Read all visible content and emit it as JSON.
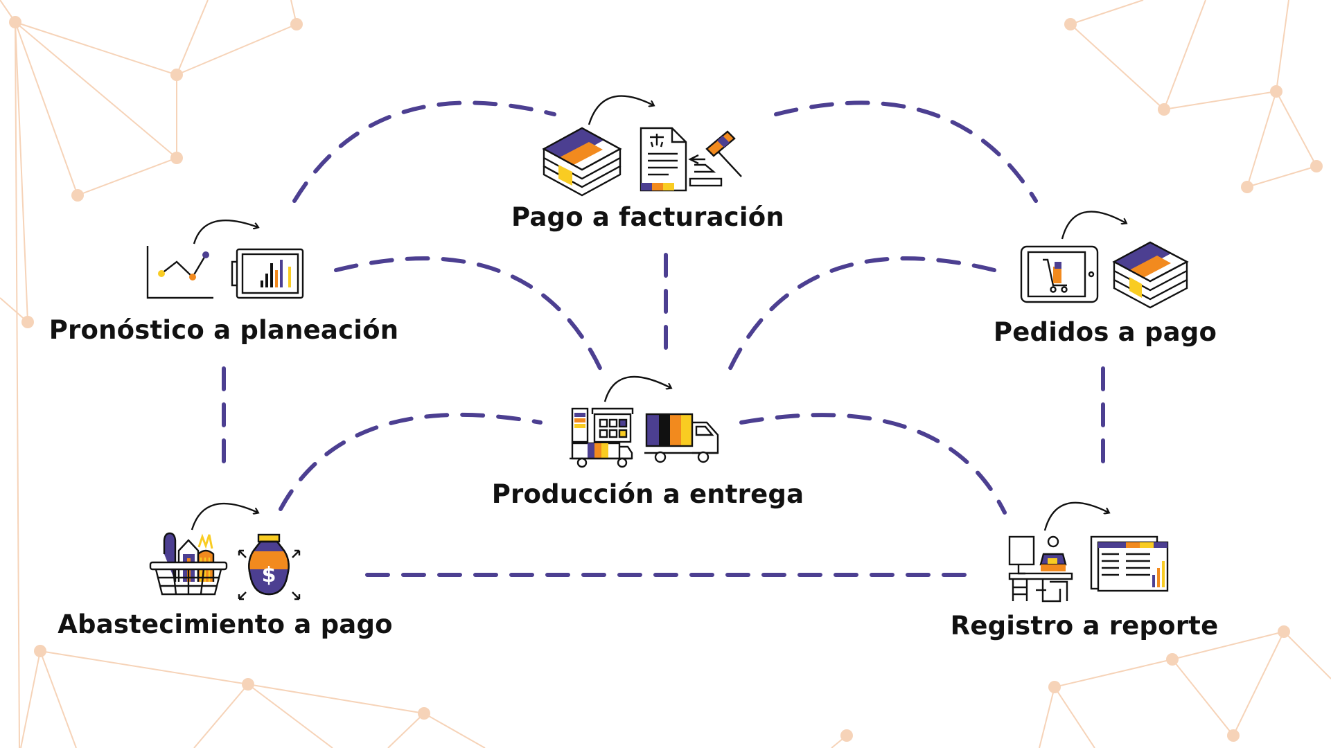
{
  "colors": {
    "connector": "#4c3f91",
    "orange": "#f28a1e",
    "yellow": "#f9cc22",
    "purple": "#4c3f91",
    "network": "#f6d3b8",
    "ink": "#111111"
  },
  "nodes": [
    {
      "id": "pronostico",
      "label": "Pronóstico a planeación",
      "icons": [
        "line-chart-icon",
        "report-board-icon"
      ]
    },
    {
      "id": "pago-facturacion",
      "label": "Pago a facturación",
      "icons": [
        "cash-stack-icon",
        "legal-document-icon",
        "gavel-icon"
      ]
    },
    {
      "id": "pedidos",
      "label": "Pedidos a pago",
      "icons": [
        "tablet-cart-icon",
        "cash-stack-icon"
      ]
    },
    {
      "id": "produccion",
      "label": "Producción a entrega",
      "icons": [
        "factory-truck-icon",
        "delivery-truck-icon"
      ]
    },
    {
      "id": "abastecimiento",
      "label": "Abastecimiento a pago",
      "icons": [
        "grocery-basket-icon",
        "money-bag-icon"
      ]
    },
    {
      "id": "registro",
      "label": "Registro a reporte",
      "icons": [
        "office-worker-icon",
        "spreadsheet-icon"
      ]
    }
  ]
}
